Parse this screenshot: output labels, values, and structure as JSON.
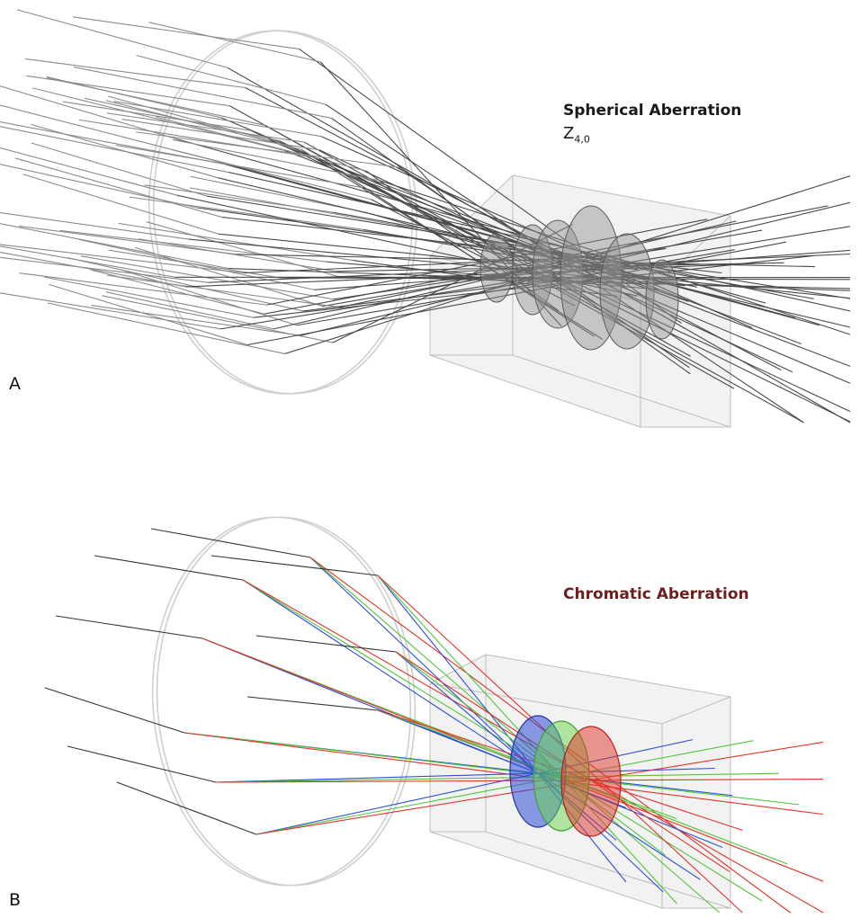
{
  "panel_a": {
    "label": "A",
    "title": "Spherical Aberration",
    "zernike_symbol": "Z",
    "zernike_index": "4,0"
  },
  "panel_b": {
    "label": "B",
    "title": "Chromatic Aberration"
  },
  "colors": {
    "ray_gray": "#555555",
    "ray_dark": "#222222",
    "outline": "#c8c8c8",
    "box_fill": "#efefef",
    "disc_gray": "#9a9a9a",
    "blue": "#2d4fd6",
    "green": "#52c43a",
    "red": "#e0342a",
    "chromatic_title": "#6b1f1f"
  }
}
